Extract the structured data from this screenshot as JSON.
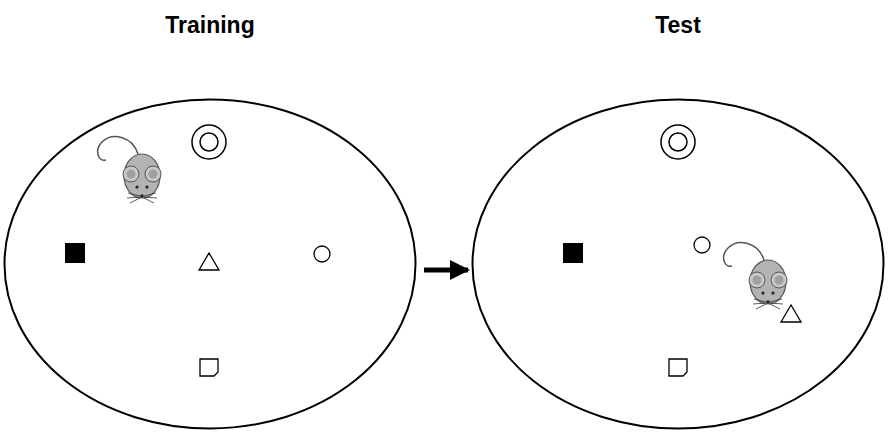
{
  "diagram": {
    "nodes": [
      {
        "text": [
          "Training"
        ]
      },
      {
        "text": [
          "Test"
        ]
      }
    ],
    "edges": [
      {
        "from": 0,
        "to": 1,
        "arrow": "to"
      }
    ]
  }
}
